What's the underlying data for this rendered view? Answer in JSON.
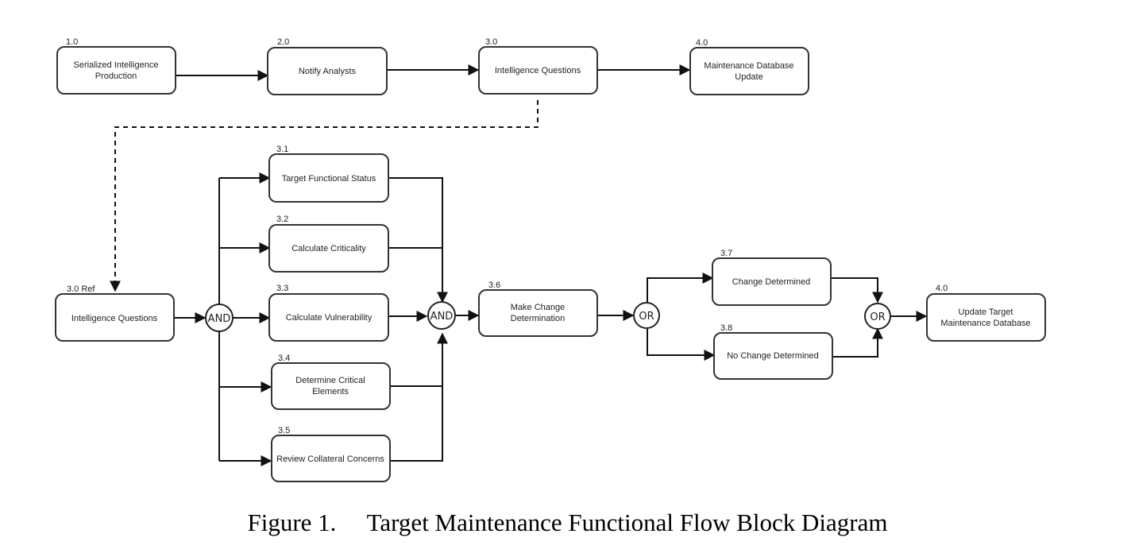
{
  "top_row": [
    {
      "number": "1.0",
      "lines": [
        "Serialized Intelligence",
        "Production"
      ]
    },
    {
      "number": "2.0",
      "lines": [
        "Notify Analysts"
      ]
    },
    {
      "number": "3.0",
      "lines": [
        "Intelligence Questions"
      ]
    },
    {
      "number": "4.0",
      "lines": [
        "Maintenance Database",
        "Update"
      ]
    }
  ],
  "ref_block": {
    "number": "3.0 Ref",
    "lines": [
      "Intelligence Questions"
    ]
  },
  "branch_blocks": [
    {
      "number": "3.1",
      "lines": [
        "Target Functional Status"
      ]
    },
    {
      "number": "3.2",
      "lines": [
        "Calculate Criticality"
      ]
    },
    {
      "number": "3.3",
      "lines": [
        "Calculate Vulnerability"
      ]
    },
    {
      "number": "3.4",
      "lines": [
        "Determine Critical",
        "Elements"
      ]
    },
    {
      "number": "3.5",
      "lines": [
        "Review Collateral Concerns"
      ]
    }
  ],
  "decision_block": {
    "number": "3.6",
    "lines": [
      "Make Change",
      "Determination"
    ]
  },
  "outcome_blocks": [
    {
      "number": "3.7",
      "lines": [
        "Change Determined"
      ]
    },
    {
      "number": "3.8",
      "lines": [
        "No Change Determined"
      ]
    }
  ],
  "final_block": {
    "number": "4.0",
    "lines": [
      "Update Target",
      "Maintenance Database"
    ]
  },
  "gates": {
    "and_split": "AND",
    "and_join": "AND",
    "or_split": "OR",
    "or_join": "OR"
  },
  "caption": {
    "label": "Figure 1.",
    "title": "Target Maintenance Functional Flow Block Diagram"
  }
}
